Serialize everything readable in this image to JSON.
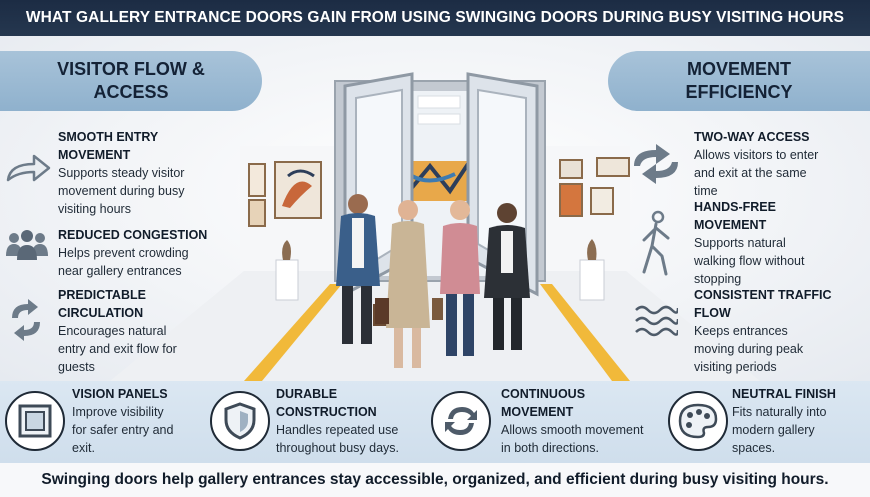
{
  "title": "WHAT GALLERY ENTRANCE DOORS GAIN FROM USING SWINGING DOORS DURING BUSY VISITING HOURS",
  "left_panel": {
    "heading_line1": "VISITOR FLOW &",
    "heading_line2": "ACCESS",
    "items": [
      {
        "title_line1": "SMOOTH ENTRY",
        "title_line2": "MOVEMENT",
        "desc_lines": [
          "Supports steady visitor",
          "movement during busy",
          "visiting hours"
        ],
        "icon": "arrow-right-icon"
      },
      {
        "title_line1": "REDUCED CONGESTION",
        "title_line2": "",
        "desc_lines": [
          "Helps prevent crowding",
          "near gallery entrances"
        ],
        "icon": "group-icon"
      },
      {
        "title_line1": "PREDICTABLE",
        "title_line2": "CIRCULATION",
        "desc_lines": [
          "Encourages natural",
          "entry and exit flow for",
          "guests"
        ],
        "icon": "circulation-arrows-icon"
      }
    ]
  },
  "right_panel": {
    "heading_line1": "MOVEMENT",
    "heading_line2": "EFFICIENCY",
    "items": [
      {
        "title_line1": "TWO-WAY ACCESS",
        "title_line2": "",
        "desc_lines": [
          "Allows visitors to enter",
          "and exit at the same",
          "time"
        ],
        "icon": "two-way-arrows-icon"
      },
      {
        "title_line1": "HANDS-FREE",
        "title_line2": "MOVEMENT",
        "desc_lines": [
          "Supports natural",
          "walking flow without",
          "stopping"
        ],
        "icon": "walking-person-icon"
      },
      {
        "title_line1": "CONSISTENT TRAFFIC",
        "title_line2": "FLOW",
        "desc_lines": [
          "Keeps entrances",
          "moving during peak",
          "visiting periods"
        ],
        "icon": "waves-icon"
      }
    ]
  },
  "bottom_items": [
    {
      "title_line1": "VISION PANELS",
      "title_line2": "",
      "desc_lines": [
        "Improve visibility",
        "for safer entry and",
        "exit."
      ],
      "icon": "window-panel-icon"
    },
    {
      "title_line1": "DURABLE",
      "title_line2": "CONSTRUCTION",
      "desc_lines": [
        "Handles repeated use",
        "throughout busy days."
      ],
      "icon": "shield-icon"
    },
    {
      "title_line1": "CONTINUOUS",
      "title_line2": "MOVEMENT",
      "desc_lines": [
        "Allows smooth movement",
        "in both directions."
      ],
      "icon": "refresh-arrows-icon"
    },
    {
      "title_line1": "NEUTRAL FINISH",
      "title_line2": "",
      "desc_lines": [
        "Fits naturally into",
        "modern gallery",
        "spaces."
      ],
      "icon": "palette-icon"
    }
  ],
  "footer": "Swinging doors help gallery entrances stay accessible, organized, and efficient during busy visiting hours.",
  "colors": {
    "title_bg": "#1c2c44",
    "pill": "#9dbbd4",
    "band": "#d5e3ef",
    "floor_stripe": "#f1b93a",
    "icon": "#6d7b89"
  }
}
